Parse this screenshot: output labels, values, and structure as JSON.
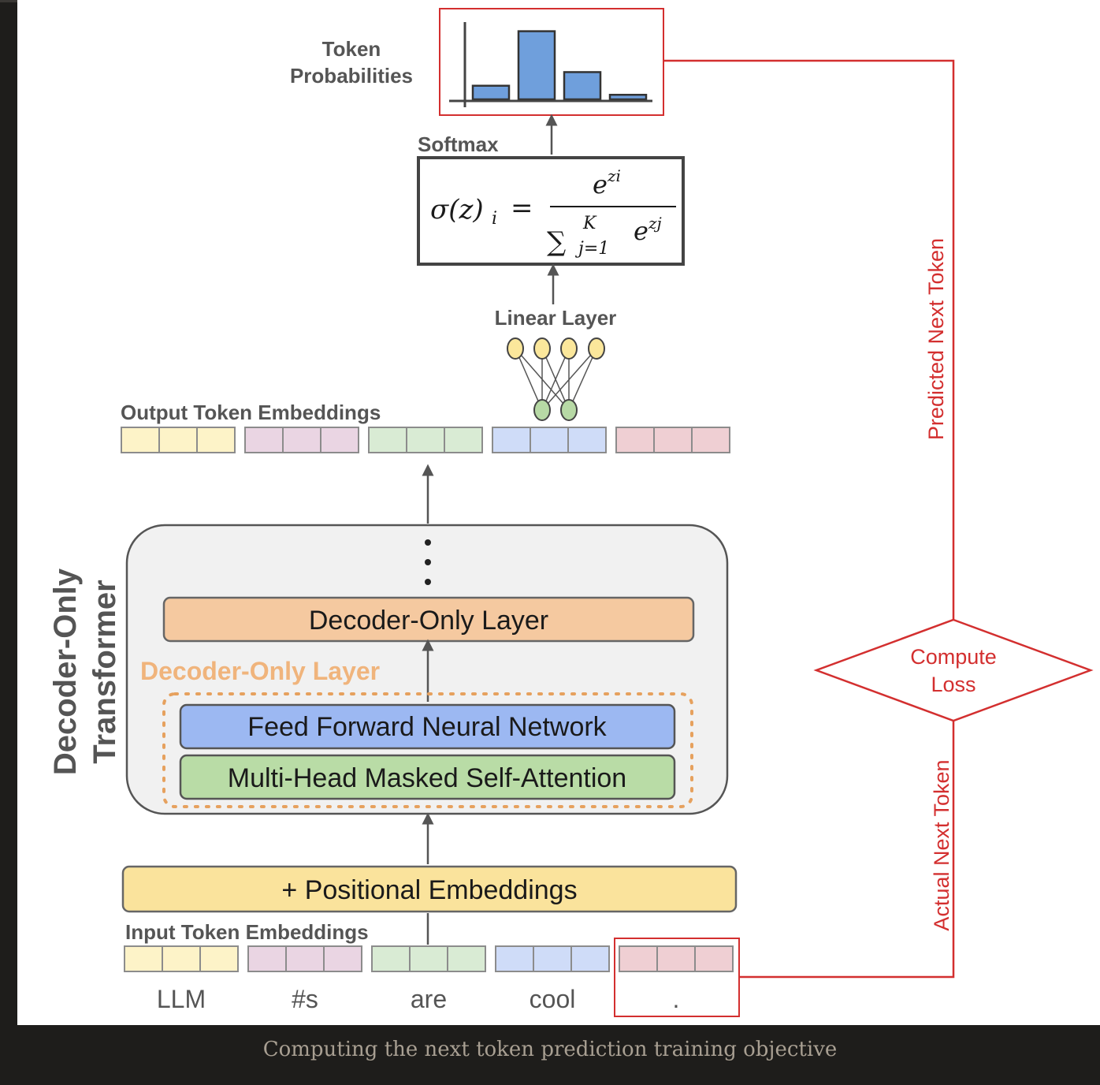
{
  "caption": "Computing the next token prediction training objective",
  "labels": {
    "token_probabilities_line1": "Token",
    "token_probabilities_line2": "Probabilities",
    "softmax": "Softmax",
    "linear_layer": "Linear Layer",
    "output_token_embeddings": "Output Token Embeddings",
    "transformer_title_line1": "Decoder-Only",
    "transformer_title_line2": "Transformer",
    "decoder_layer_stacked": "Decoder-Only Layer",
    "decoder_layer_detail": "Decoder-Only Layer",
    "feed_forward": "Feed Forward Neural Network",
    "attention": "Multi-Head Masked Self-Attention",
    "positional_embeddings": "+ Positional Embeddings",
    "input_token_embeddings": "Input Token Embeddings",
    "predicted_next_token": "Predicted Next Token",
    "actual_next_token": "Actual Next Token",
    "compute_loss_line1": "Compute",
    "compute_loss_line2": "Loss"
  },
  "softmax_formula": {
    "lhs": "σ(z)",
    "lhs_sub": "i",
    "equals": "=",
    "numerator": "e",
    "numerator_exp": "zi",
    "denominator_sum": "∑",
    "denominator_sup": "K",
    "denominator_sub": "j=1",
    "denominator_e": "e",
    "denominator_exp": "zj"
  },
  "tokens": [
    "LLM",
    "#s",
    "are",
    "cool",
    "."
  ],
  "token_colors": [
    {
      "fill": "#fdf3c8",
      "stroke": "#8c8c8c"
    },
    {
      "fill": "#ead5e3",
      "stroke": "#8c8c8c"
    },
    {
      "fill": "#d9ebd4",
      "stroke": "#8c8c8c"
    },
    {
      "fill": "#cfdcf8",
      "stroke": "#8c8c8c"
    },
    {
      "fill": "#efcfd3",
      "stroke": "#8c8c8c"
    }
  ],
  "colors": {
    "decoder_layer": "#f5c9a0",
    "feed_forward": "#9cb8f2",
    "attention": "#b9dca6",
    "positional": "#fae39c",
    "accent_red": "#d32f2f",
    "dotted_orange": "#e6a15e",
    "bars": "#6f9fdc",
    "node_yellow": "#fbe79b",
    "node_green": "#b7d9a5"
  },
  "chart_data": {
    "type": "bar",
    "values": [
      0.18,
      0.9,
      0.36,
      0.06
    ]
  }
}
